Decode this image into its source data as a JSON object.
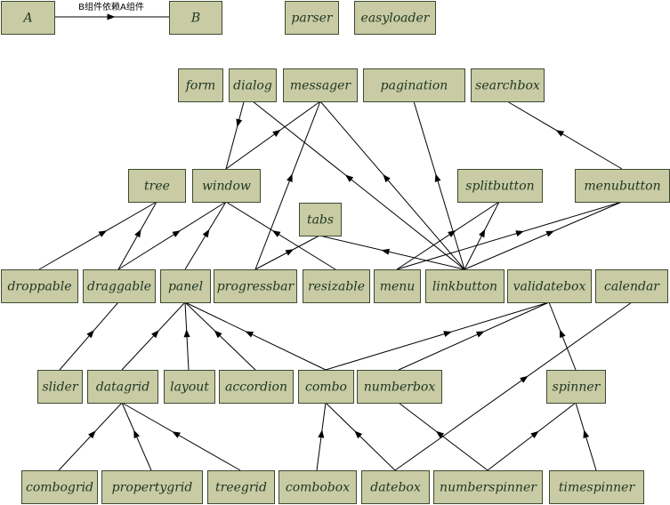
{
  "legend": {
    "label": "B组件依赖A组件"
  },
  "nodes": {
    "A": "A",
    "B": "B",
    "parser": "parser",
    "easyloader": "easyloader",
    "form": "form",
    "dialog": "dialog",
    "messager": "messager",
    "pagination": "pagination",
    "searchbox": "searchbox",
    "tree": "tree",
    "window": "window",
    "splitbutton": "splitbutton",
    "menubutton": "menubutton",
    "tabs": "tabs",
    "droppable": "droppable",
    "draggable": "draggable",
    "panel": "panel",
    "progressbar": "progressbar",
    "resizable": "resizable",
    "menu": "menu",
    "linkbutton": "linkbutton",
    "validatebox": "validatebox",
    "calendar": "calendar",
    "slider": "slider",
    "datagrid": "datagrid",
    "layout": "layout",
    "accordion": "accordion",
    "combo": "combo",
    "numberbox": "numberbox",
    "spinner": "spinner",
    "combogrid": "combogrid",
    "propertygrid": "propertygrid",
    "treegrid": "treegrid",
    "combobox": "combobox",
    "datebox": "datebox",
    "numberspinner": "numberspinner",
    "timespinner": "timespinner"
  },
  "dependencies": [
    [
      "B",
      "A"
    ],
    [
      "dialog",
      "window"
    ],
    [
      "window",
      "messager"
    ],
    [
      "linkbutton",
      "dialog"
    ],
    [
      "progressbar",
      "messager"
    ],
    [
      "linkbutton",
      "messager"
    ],
    [
      "linkbutton",
      "pagination"
    ],
    [
      "menubutton",
      "searchbox"
    ],
    [
      "droppable",
      "tree"
    ],
    [
      "draggable",
      "tree"
    ],
    [
      "draggable",
      "window"
    ],
    [
      "panel",
      "window"
    ],
    [
      "resizable",
      "window"
    ],
    [
      "linkbutton",
      "tabs"
    ],
    [
      "progressbar",
      "tabs"
    ],
    [
      "menu",
      "splitbutton"
    ],
    [
      "linkbutton",
      "splitbutton"
    ],
    [
      "menu",
      "menubutton"
    ],
    [
      "linkbutton",
      "menubutton"
    ],
    [
      "slider",
      "draggable"
    ],
    [
      "datagrid",
      "panel"
    ],
    [
      "layout",
      "panel"
    ],
    [
      "accordion",
      "panel"
    ],
    [
      "combo",
      "panel"
    ],
    [
      "combo",
      "validatebox"
    ],
    [
      "numberbox",
      "validatebox"
    ],
    [
      "spinner",
      "validatebox"
    ],
    [
      "combogrid",
      "datagrid"
    ],
    [
      "propertygrid",
      "datagrid"
    ],
    [
      "treegrid",
      "datagrid"
    ],
    [
      "combobox",
      "combo"
    ],
    [
      "datebox",
      "combo"
    ],
    [
      "datebox",
      "calendar"
    ],
    [
      "numberspinner",
      "numberbox"
    ],
    [
      "numberspinner",
      "spinner"
    ],
    [
      "timespinner",
      "spinner"
    ]
  ]
}
